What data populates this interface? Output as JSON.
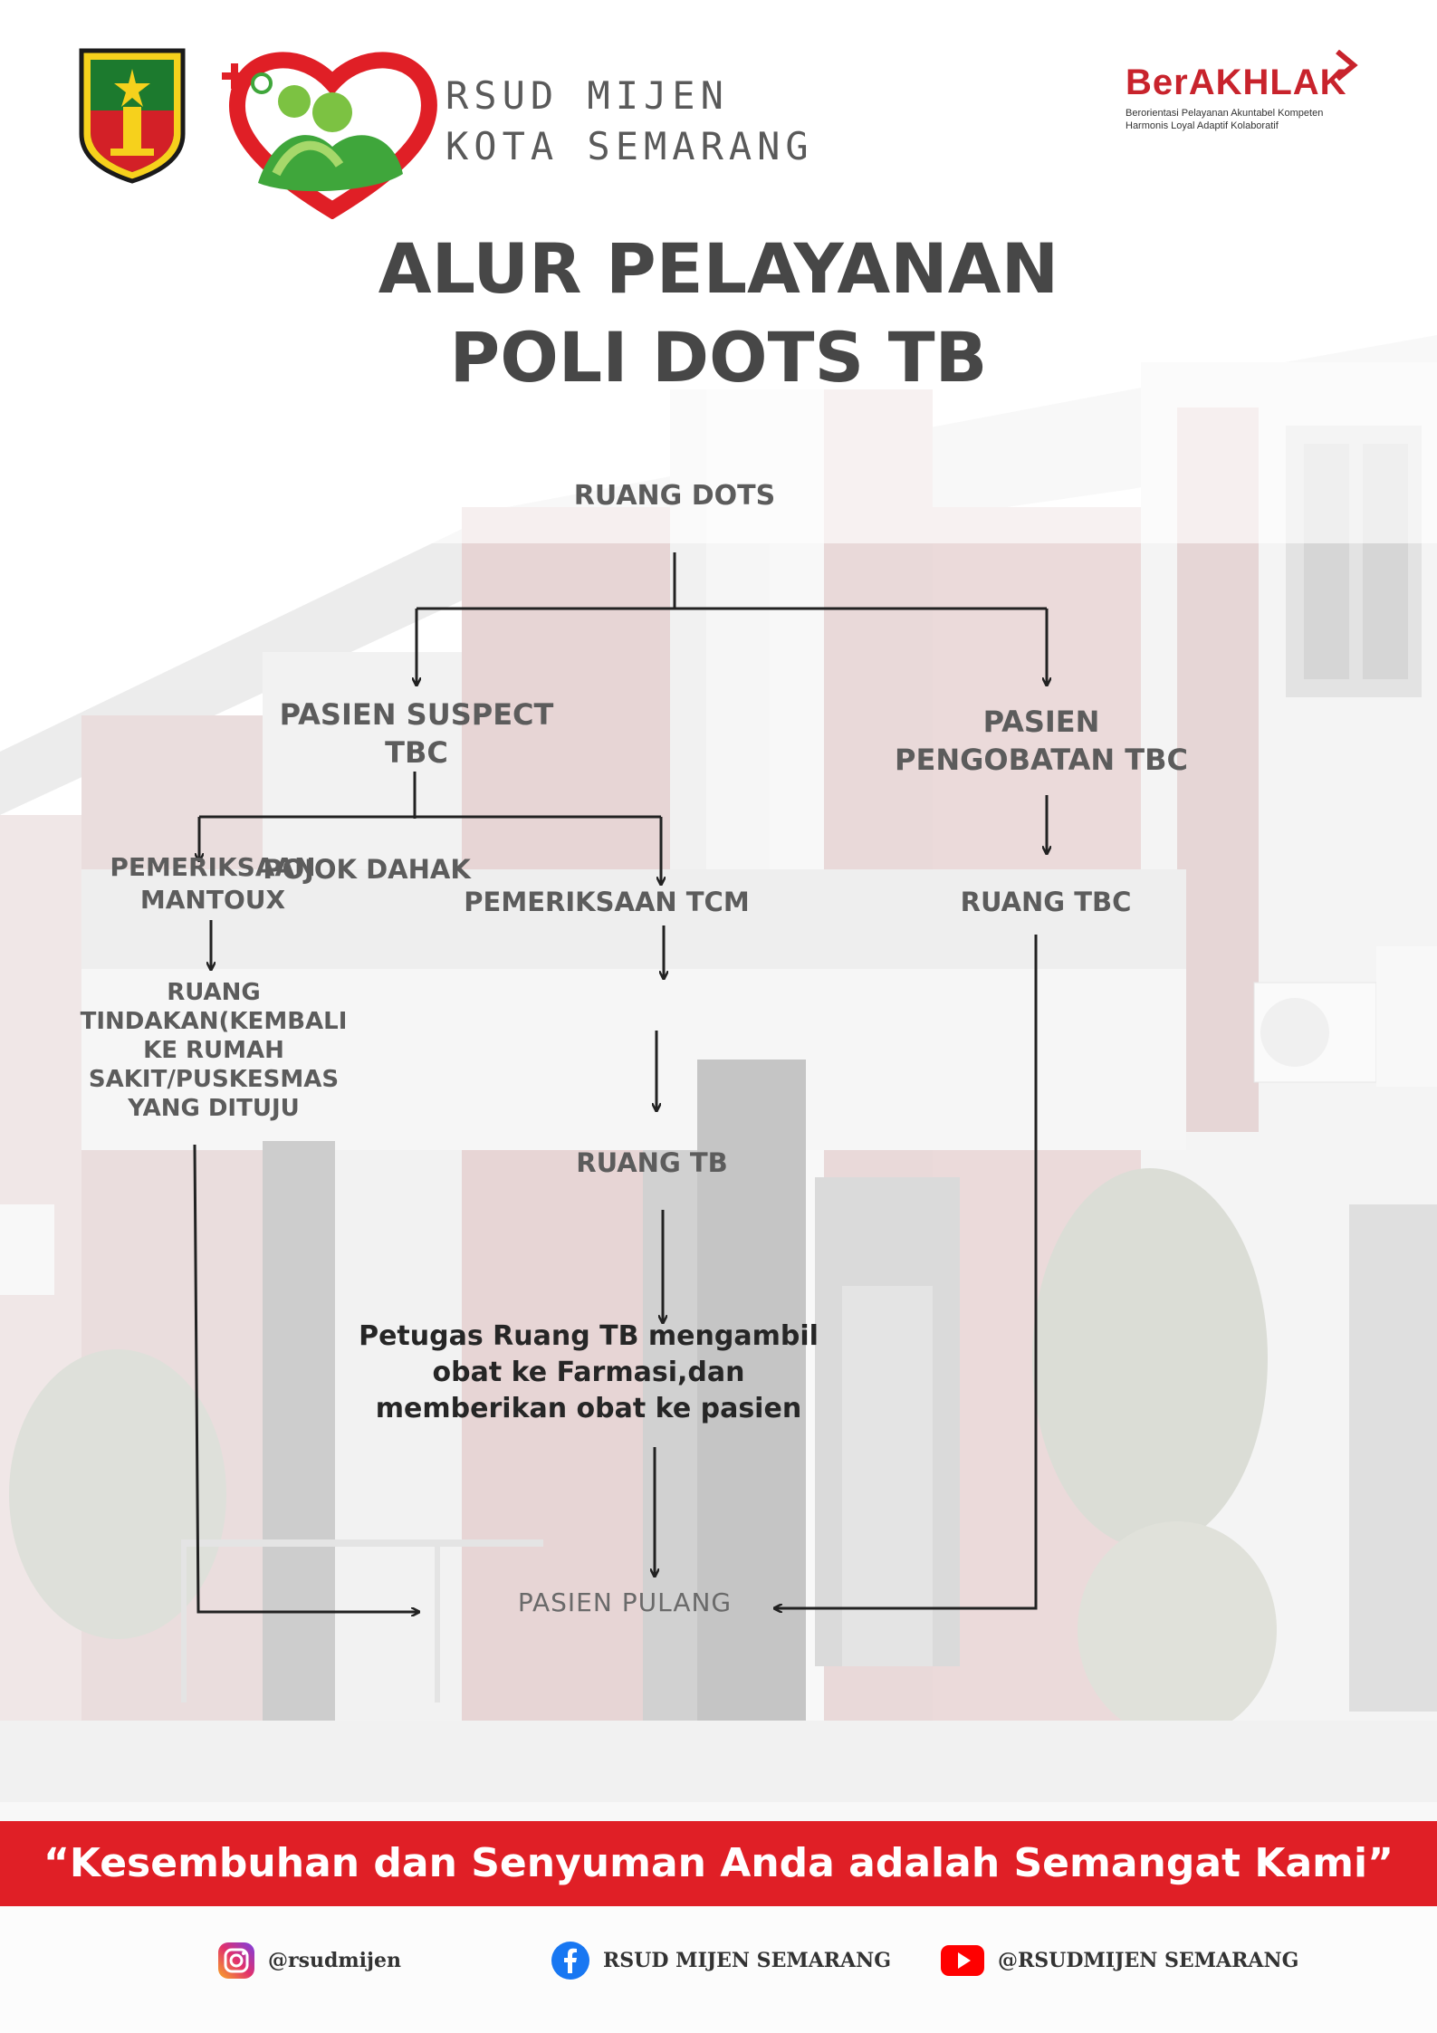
{
  "header": {
    "hospital_line1": "RSUD MIJEN",
    "hospital_line2": "KOTA SEMARANG",
    "berakhlak_logo": "BerAKHLAK",
    "berakhlak_tagline1": "Berorientasi Pelayanan Akuntabel Kompeten",
    "berakhlak_tagline2": "Harmonis Loyal Adaptif Kolaboratif",
    "icons": [
      "city-crest-icon",
      "hospital-heart-logo-icon",
      "berakhlak-logo-icon"
    ]
  },
  "title": {
    "line1": "ALUR PELAYANAN",
    "line2": "POLI DOTS TB"
  },
  "flow": {
    "ruang_dots": "RUANG DOTS",
    "pasien_suspect": "PASIEN  SUSPECT TBC",
    "pasien_pengobatan": "PASIEN PENGOBATAN TBC",
    "pemeriksaan_mantoux": "PEMERIKSAAN MANTOUX",
    "pemeriksaan_pojok": "POJOK DAHAK",
    "pemeriksaan_tcm": "PEMERIKSAAN TCM",
    "ruang_tbc": "RUANG TBC",
    "ruang_tindakan": "RUANG TINDAKAN(KEMBALI KE RUMAH SAKIT/PUSKESMAS YANG DITUJU",
    "ruang_tb": "RUANG TB",
    "petugas": "Petugas Ruang TB mengambil obat ke Farmasi,dan memberikan obat ke pasien",
    "pasien_pulang": "PASIEN PULANG"
  },
  "banner": {
    "text": "“Kesembuhan dan Senyuman Anda adalah Semangat Kami”",
    "color": "#e01f26"
  },
  "social": {
    "instagram": "@rsudmijen",
    "facebook": "RSUD MIJEN SEMARANG",
    "youtube": "@RSUDMIJEN SEMARANG",
    "icons": [
      "instagram-icon",
      "facebook-icon",
      "youtube-icon"
    ]
  },
  "colors": {
    "accent_red": "#e01f26",
    "logo_green": "#7cc242",
    "text_gray": "#5c5c5c"
  }
}
